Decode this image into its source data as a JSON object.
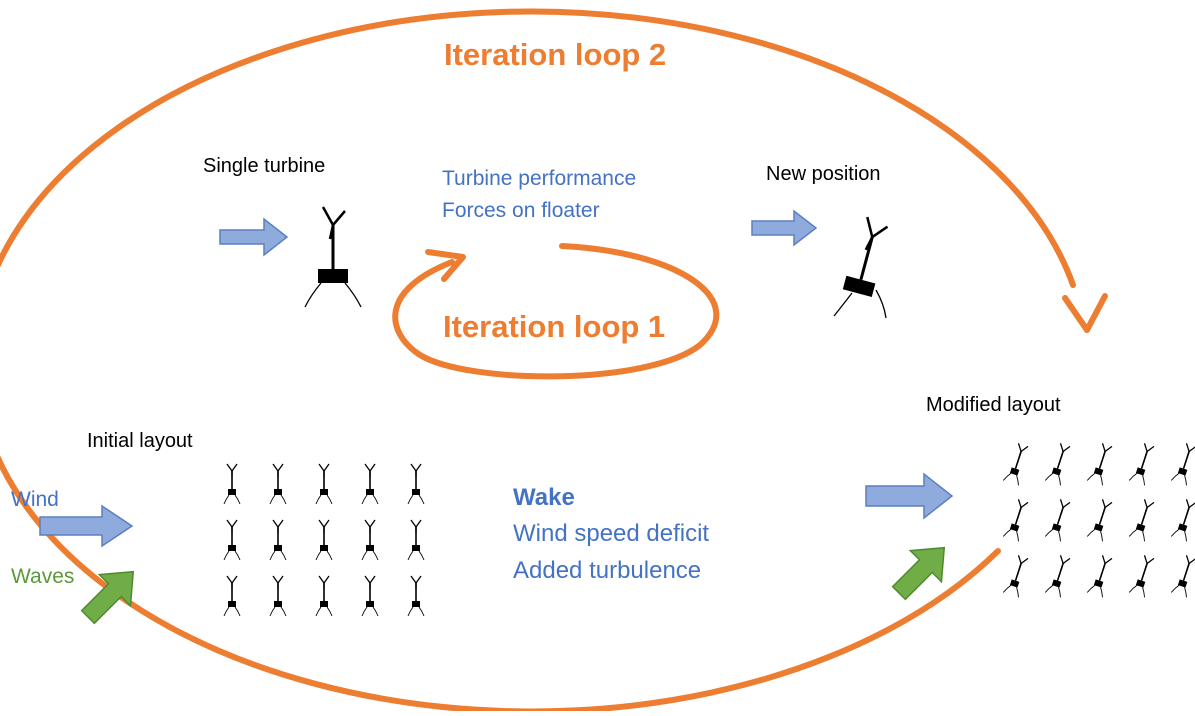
{
  "colors": {
    "orange": "#ED7D31",
    "blue": "#4472C4",
    "blue_arrow_fill": "#8FAADC",
    "blue_arrow_stroke": "#5B7FC0",
    "green_arrow_fill": "#70AD47",
    "green_arrow_stroke": "#4E8A2F",
    "green_text": "#5A9A3A",
    "turbine": "#000000"
  },
  "loops": {
    "outer_label": "Iteration loop 2",
    "inner_label": "Iteration loop 1"
  },
  "single_turbine": {
    "label": "Single turbine",
    "performance_lines": [
      "Turbine performance",
      "Forces on floater"
    ]
  },
  "new_position": {
    "label": "New position"
  },
  "initial_layout": {
    "label": "Initial layout",
    "wind_label": "Wind",
    "waves_label": "Waves",
    "rows": 3,
    "cols": 5
  },
  "wake": {
    "title": "Wake",
    "lines": [
      "Wind speed deficit",
      "Added turbulence"
    ]
  },
  "modified_layout": {
    "label": "Modified layout",
    "rows": 3,
    "cols": 5
  },
  "icons": [
    "wind-arrow-icon",
    "wave-arrow-icon",
    "wind-turbine-icon",
    "tilted-turbine-icon",
    "loop-arrow-icon"
  ]
}
